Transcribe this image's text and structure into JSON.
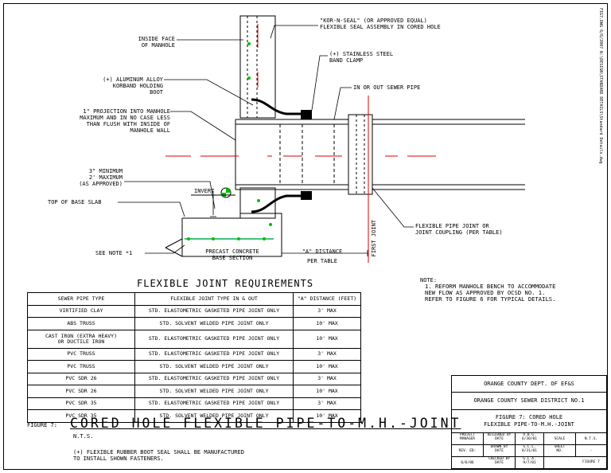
{
  "callouts": {
    "kor_n_seal": "\"KOR-N-SEAL\" (OR APPROVED EQUAL)\nFLEXIBLE SEAL ASSEMBLY IN CORED HOLE",
    "inside_face": "INSIDE FACE\nOF MANHOLE",
    "band_clamp": "(+) STAINLESS STEEL\nBAND CLAMP",
    "korband_boot": "(+) ALUMINUM ALLOY\nKORBAND HOLDING\nBOOT",
    "sewer_pipe": "IN OR OUT SEWER PIPE",
    "projection": "1\" PROJECTION INTO MANHOLE\nMAXIMUM AND IN NO CASE LESS\nTHAN FLUSH WITH INSIDE OF\nMANHOLE WALL",
    "min_max": "3\" MINIMUM\n2' MAXIMUM\n(AS APPROVED)",
    "invert": "INVERT",
    "top_base_slab": "TOP OF BASE SLAB",
    "flex_pipe_joint": "FLEXIBLE PIPE JOINT OR\nJOINT COUPLING (PER TABLE)",
    "see_note": "SEE NOTE *1",
    "precast": "PRECAST CONCRETE\nBASE SECTION",
    "a_distance": "\"A\" DISTANCE",
    "per_table": "PER TABLE",
    "first_joint": "FIRST JOINT"
  },
  "note": {
    "heading": "NOTE:",
    "text": "1. REFORM MANHOLE BENCH TO ACCOMMODATE\n   NEW FLOW AS APPROVED BY OCSD NO. 1.\n   REFER TO FIGURE 6 FOR TYPICAL DETAILS."
  },
  "requirements": {
    "title": "FLEXIBLE JOINT REQUIREMENTS",
    "headers": [
      "SEWER PIPE TYPE",
      "FLEXIBLE JOINT TYPE IN & OUT",
      "\"A\" DISTANCE (FEET)"
    ],
    "rows": [
      [
        "VIRTIFIED CLAY",
        "STD. ELASTOMETRIC GASKETED PIPE JOINT ONLY",
        "3' MAX"
      ],
      [
        "ABS TRUSS",
        "STD. SOLVENT WELDED PIPE JOINT ONLY",
        "10' MAX"
      ],
      [
        "CAST IRON (EXTRA HEAVY)\nOR DUCTILE IRON",
        "STD. ELASTOMETRIC GASKETED PIPE JOINT ONLY",
        "10' MAX"
      ],
      [
        "PVC TRUSS",
        "STD. ELASTOMETRIC GASKETED PIPE JOINT ONLY",
        "3' MAX"
      ],
      [
        "PVC TRUSS",
        "STD. SOLVENT WELDED PIPE JOINT ONLY",
        "10' MAX"
      ],
      [
        "PVC SDR 26",
        "STD. ELASTOMETRIC GASKETED PIPE JOINT ONLY",
        "3' MAX"
      ],
      [
        "PVC SDR 26",
        "STD. SOLVENT WELDED PIPE JOINT ONLY",
        "10' MAX"
      ],
      [
        "PVC SDR 35",
        "STD. ELASTOMETRIC GASKETED PIPE JOINT ONLY",
        "3' MAX"
      ],
      [
        "PVC SDR 35",
        "STD. SOLVENT WELDED PIPE JOINT ONLY",
        "10' MAX"
      ]
    ]
  },
  "figure": {
    "prefix": "FIGURE 7:",
    "title": "CORED HOLE FLEXIBLE PIPE-TO-M.H.-JOINT",
    "scale": "N.T.S.",
    "footnote": "(+) FLEXIBLE RUBBER BOOT SEAL SHALL BE MANUFACTURED\n    TO INSTALL SHOWN FASTENERS."
  },
  "title_block": {
    "dept": "ORANGE COUNTY DEPT. OF EF&S",
    "district": "ORANGE COUNTY SEWER DISTRICT NO.1",
    "fig_line1": "FIGURE 7: CORED HOLE",
    "fig_line2": "FLEXIBLE PIPE-TO-M.H.-JOINT",
    "project_manager": "PROJECT\nMANAGER",
    "designed_by": "DESIGNED BY\nDATE",
    "designer": "A.B.G.\n6/30/01",
    "scale_label": "SCALE",
    "scale_value": "N.T.S.",
    "rev": "REV. ED: 6/6/06",
    "drawn_by": "DRAWN BY\nDATE",
    "drafter": "S.C.L.\n8/31/01",
    "sheet_no": "SHEET\nNO.",
    "sheet_value": "-",
    "checked_by": "CHECKED BY\nDATE",
    "checker": "G.L.A.\n9/7/01",
    "figure_no": "FIGURE 7"
  },
  "sidebar_text": "FIG7.DWG  6/6/2007  N:\\DESIGN\\STANDARD DETAILS\\Standard Details.dwg"
}
